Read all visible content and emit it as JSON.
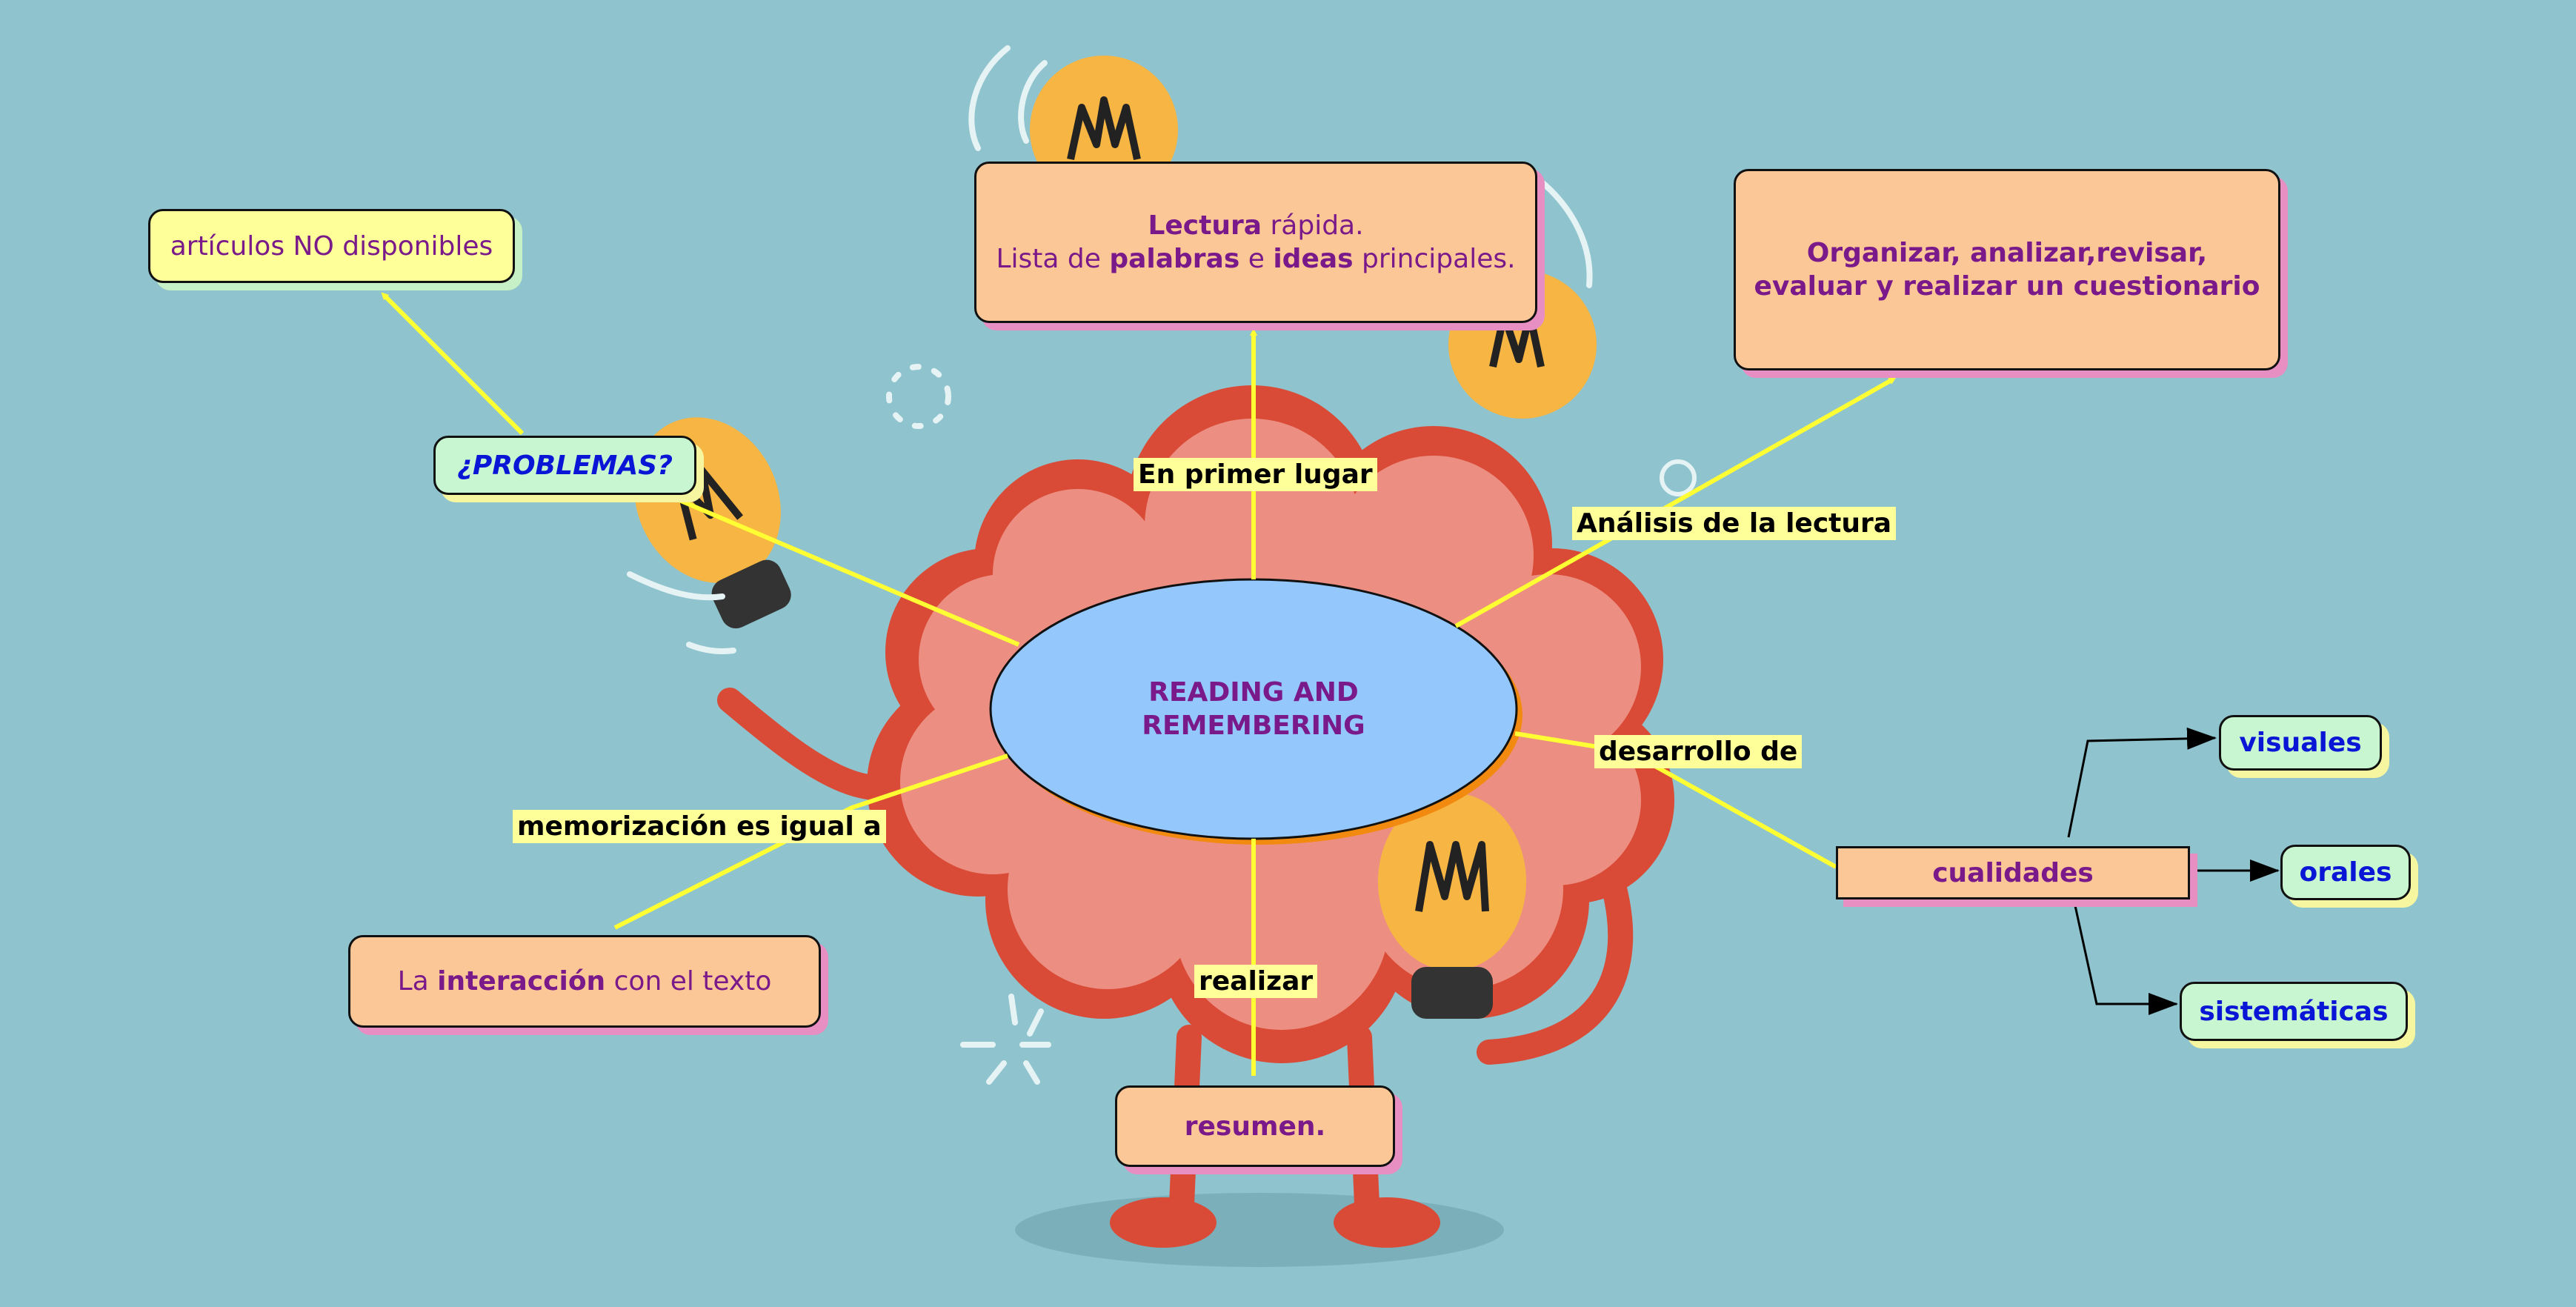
{
  "nodes": {
    "center": {
      "line1": "READING AND",
      "line2": "REMEMBERING"
    },
    "lectura": {
      "w1": "Lectura",
      "w2": " rápida.",
      "w3": "Lista de ",
      "w4": "palabras",
      "w5": " e ",
      "w6": "ideas",
      "w7": " principales."
    },
    "organizar": {
      "line1": "Organizar, analizar,revisar,",
      "line2": "evaluar y realizar un cuestionario"
    },
    "articulos": "artículos NO disponibles",
    "problemas": "¿PROBLEMAS?",
    "interaccion": {
      "w1": "La ",
      "w2": "interacción",
      "w3": " con el texto"
    },
    "resumen": "resumen.",
    "cualidades": "cualidades",
    "visuales": "visuales",
    "orales": "orales",
    "sistematicas": "sistemáticas"
  },
  "links": {
    "primer": "En primer lugar",
    "analisis": "Análisis de la lectura",
    "desarrollo": "desarrollo de",
    "memorizacion": "memorización es igual a",
    "realizar": "realizar"
  },
  "colors": {
    "background": "#8fc3cd",
    "connector": "#ffff33",
    "node_peach": "#fbc796",
    "node_yellow": "#ffff99",
    "node_mint": "#c8f6d0",
    "center_fill": "#94c7fb",
    "title_text": "#7a1a8a",
    "leaf_text": "#0a16d6"
  }
}
